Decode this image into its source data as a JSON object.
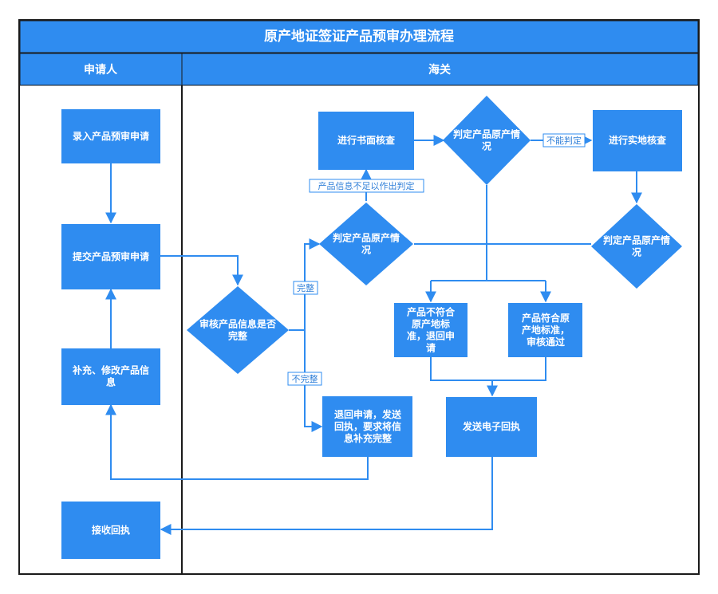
{
  "title": "原产地证签证产品预审办理流程",
  "lanes": {
    "applicant": "申请人",
    "customs": "海关"
  },
  "nodes": {
    "enter": [
      "录入产品预审申请"
    ],
    "submit": [
      "提交产品预审申请"
    ],
    "supplement": [
      "补充、修改产品信",
      "息"
    ],
    "receive": [
      "接收回执"
    ],
    "check_complete": [
      "审核产品信息是否",
      "完整"
    ],
    "judge_origin": [
      "判定产品原产情",
      "况"
    ],
    "doc_review": [
      "进行书面核查"
    ],
    "judge_origin_top": [
      "判定产品原产情",
      "况"
    ],
    "field_check": [
      "进行实地核查"
    ],
    "judge_origin_right": [
      "判定产品原产情",
      "况"
    ],
    "not_conform": [
      "产品不符合",
      "原产地标",
      "准，退回申",
      "请"
    ],
    "conform": [
      "产品符合原",
      "产地标准，",
      "审核通过"
    ],
    "return_app": [
      "退回申请，发送",
      "回执，要求将信",
      "息补充完整"
    ],
    "send_receipt": [
      "发送电子回执"
    ]
  },
  "labels": {
    "complete": "完整",
    "incomplete": "不完整",
    "insufficient": "产品信息不足以作出判定",
    "cannot_judge": "不能判定"
  }
}
